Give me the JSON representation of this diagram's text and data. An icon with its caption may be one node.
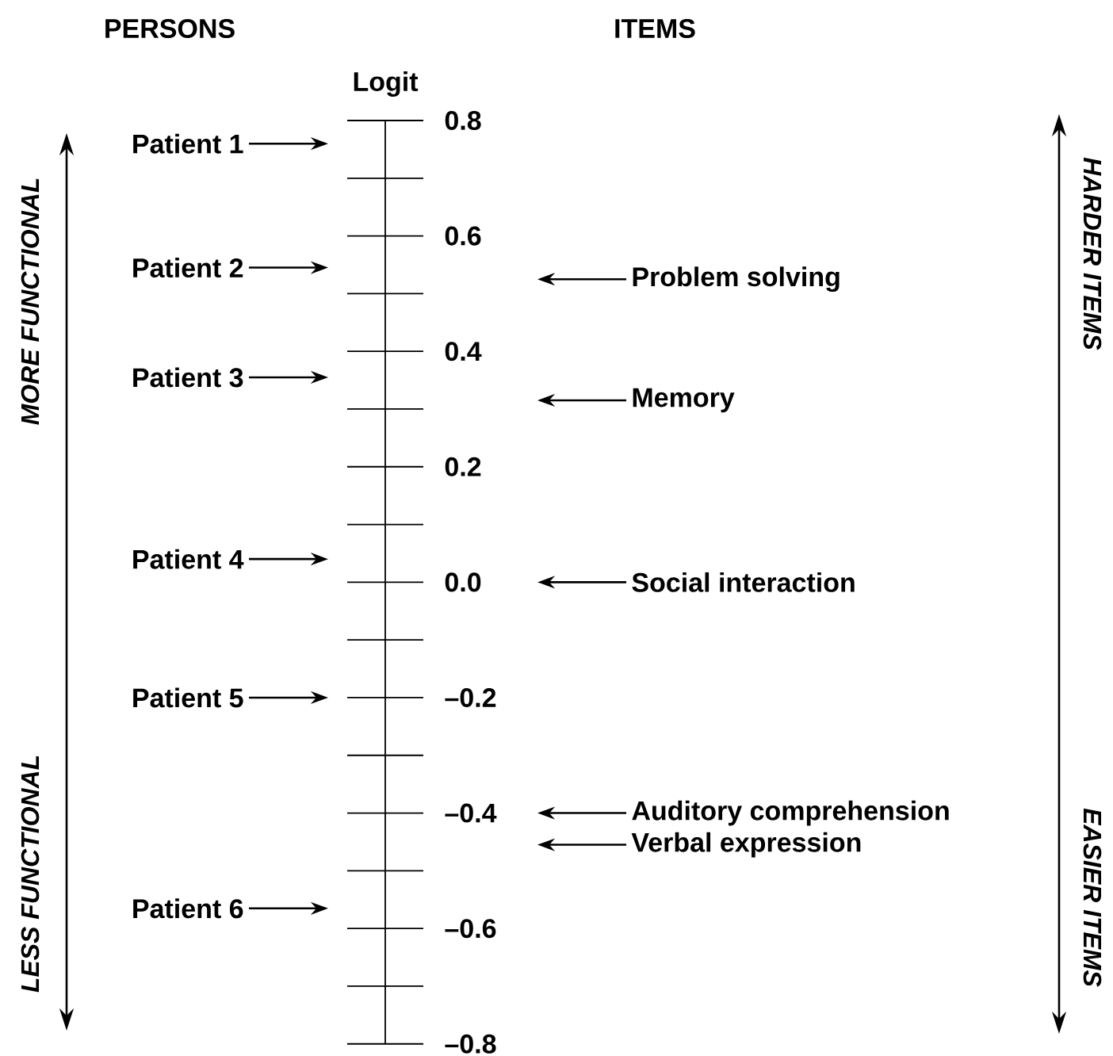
{
  "diagram": {
    "nodes": [
      {
        "text": [
          "Patient 1"
        ]
      },
      {
        "text": [
          "Patient 2"
        ]
      },
      {
        "text": [
          "Patient 3"
        ]
      },
      {
        "text": [
          "Patient 4"
        ]
      },
      {
        "text": [
          "Patient 5"
        ]
      },
      {
        "text": [
          "Patient 6"
        ]
      },
      {
        "text": [
          "Problem solving"
        ]
      },
      {
        "text": [
          "Memory"
        ]
      },
      {
        "text": [
          "Social interaction"
        ]
      },
      {
        "text": [
          "Auditory comprehension"
        ]
      },
      {
        "text": [
          "Verbal expression"
        ]
      }
    ],
    "edges": [
      {
        "from": 0,
        "to": null,
        "arrow": "to"
      },
      {
        "from": 1,
        "to": null,
        "arrow": "to"
      },
      {
        "from": 2,
        "to": null,
        "arrow": "to"
      },
      {
        "from": 3,
        "to": null,
        "arrow": "to"
      },
      {
        "from": 4,
        "to": null,
        "arrow": "to"
      },
      {
        "from": 5,
        "to": null,
        "arrow": "to"
      },
      {
        "from": 6,
        "to": null,
        "arrow": "to"
      },
      {
        "from": 7,
        "to": null,
        "arrow": "to"
      },
      {
        "from": 8,
        "to": null,
        "arrow": "to"
      },
      {
        "from": 9,
        "to": null,
        "arrow": "to"
      },
      {
        "from": 10,
        "to": null,
        "arrow": "to"
      }
    ],
    "labels": [
      "PERSONS",
      "ITEMS",
      "Logit",
      "0.8",
      "0.6",
      "0.4",
      "0.2",
      "0.0",
      "–0.2",
      "–0.4",
      "–0.6",
      "–0.8",
      "MORE FUNCTIONAL",
      "LESS FUNCTIONAL",
      "HARDER ITEMS",
      "EASIER ITEMS"
    ]
  }
}
